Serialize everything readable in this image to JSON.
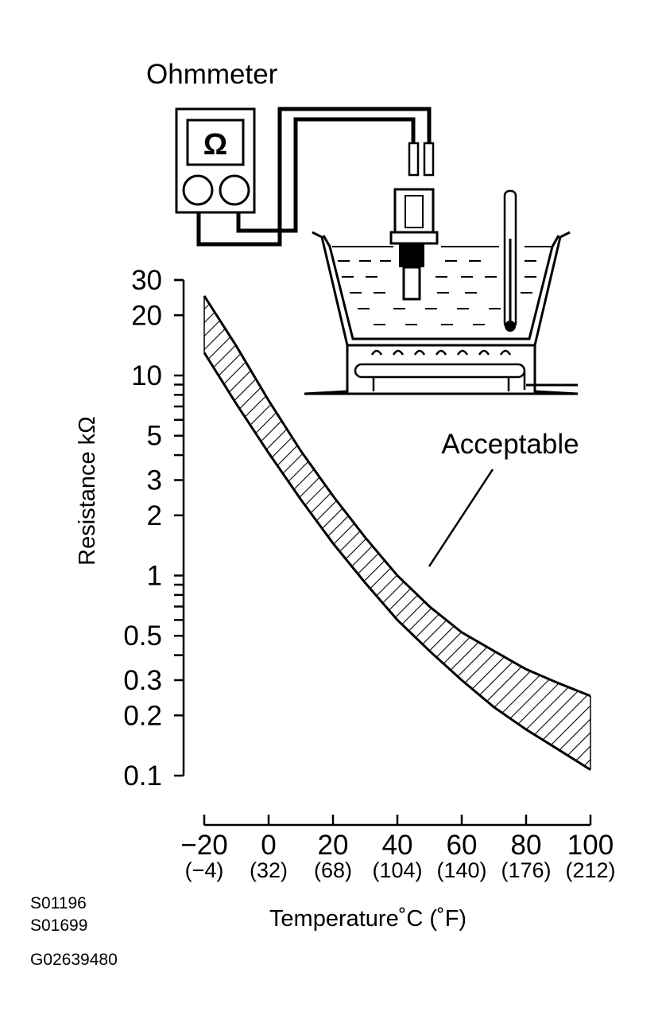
{
  "diagram": {
    "ohmmeter_label": "Ohmmeter",
    "ohm_symbol": "Ω"
  },
  "chart_data": {
    "type": "area",
    "xlabel": "Temperature˚C (˚F)",
    "ylabel": "Resistance kΩ",
    "y_scale": "log",
    "xlim": [
      -20,
      100
    ],
    "ylim": [
      0.1,
      30
    ],
    "x_ticks": [
      {
        "c": "−20",
        "f": "(−4)",
        "v": -20
      },
      {
        "c": "0",
        "f": "(32)",
        "v": 0
      },
      {
        "c": "20",
        "f": "(68)",
        "v": 20
      },
      {
        "c": "40",
        "f": "(104)",
        "v": 40
      },
      {
        "c": "60",
        "f": "(140)",
        "v": 60
      },
      {
        "c": "80",
        "f": "(176)",
        "v": 80
      },
      {
        "c": "100",
        "f": "(212)",
        "v": 100
      }
    ],
    "y_ticks": [
      {
        "label": "30",
        "v": 30
      },
      {
        "label": "20",
        "v": 20
      },
      {
        "label": "10",
        "v": 10
      },
      {
        "label": "5",
        "v": 5
      },
      {
        "label": "3",
        "v": 3
      },
      {
        "label": "2",
        "v": 2
      },
      {
        "label": "1",
        "v": 1
      },
      {
        "label": "0.5",
        "v": 0.5
      },
      {
        "label": "0.3",
        "v": 0.3
      },
      {
        "label": "0.2",
        "v": 0.2
      },
      {
        "label": "0.1",
        "v": 0.1
      }
    ],
    "band_upper": [
      [
        -20,
        25
      ],
      [
        -10,
        14
      ],
      [
        0,
        7.5
      ],
      [
        10,
        4.2
      ],
      [
        20,
        2.5
      ],
      [
        30,
        1.55
      ],
      [
        40,
        1.0
      ],
      [
        50,
        0.7
      ],
      [
        60,
        0.52
      ],
      [
        70,
        0.42
      ],
      [
        80,
        0.34
      ],
      [
        90,
        0.29
      ],
      [
        100,
        0.25
      ]
    ],
    "band_lower": [
      [
        -20,
        13
      ],
      [
        -10,
        7.2
      ],
      [
        0,
        4.1
      ],
      [
        10,
        2.4
      ],
      [
        20,
        1.45
      ],
      [
        30,
        0.92
      ],
      [
        40,
        0.6
      ],
      [
        50,
        0.42
      ],
      [
        60,
        0.3
      ],
      [
        70,
        0.22
      ],
      [
        80,
        0.17
      ],
      [
        90,
        0.135
      ],
      [
        100,
        0.107
      ]
    ],
    "annotation": "Acceptable"
  },
  "figure_codes": [
    "S01196",
    "S01699",
    "G02639480"
  ]
}
